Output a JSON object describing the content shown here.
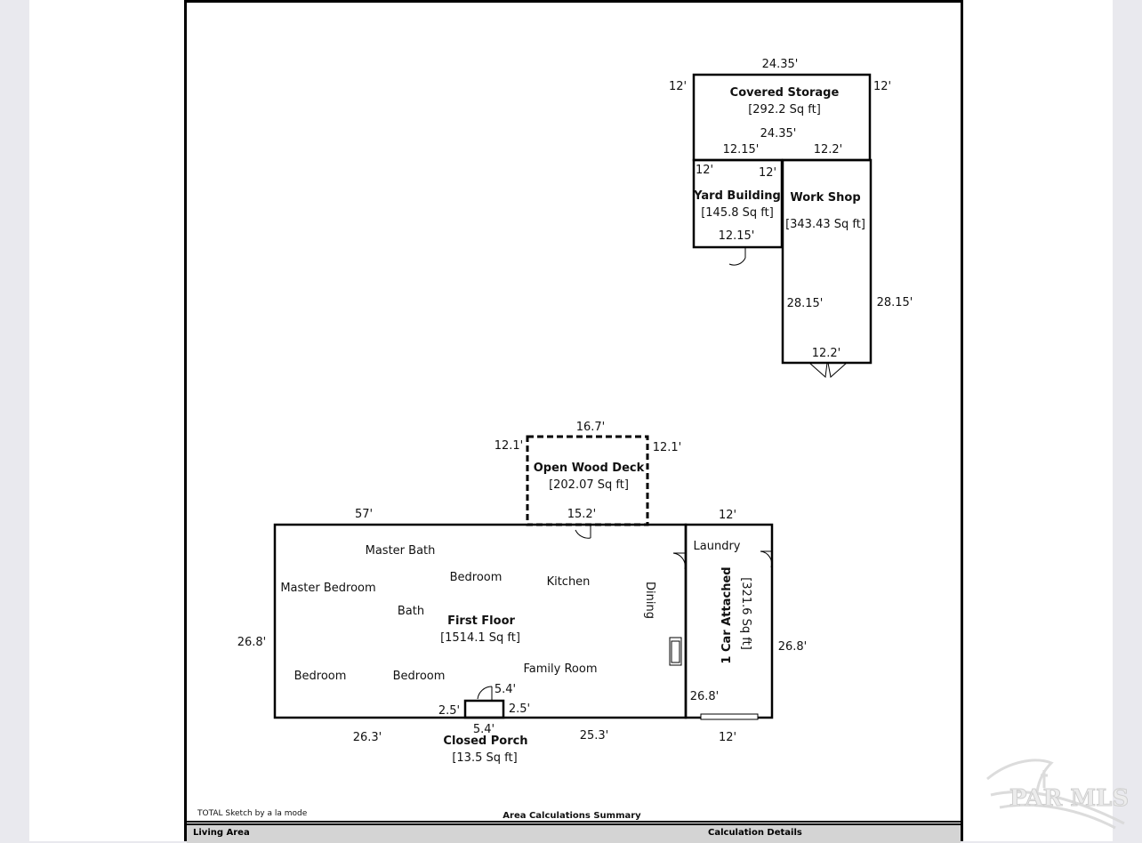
{
  "sketch": {
    "covered_storage": {
      "title": "Covered Storage",
      "area": "[292.2 Sq ft]",
      "dim_top": "24.35'",
      "dim_left": "12'",
      "dim_right": "12'",
      "dim_bottom": "24.35'"
    },
    "yard_building": {
      "title": "Yard Building",
      "area": "[145.8 Sq ft]",
      "dim_top": "12.15'",
      "dim_left": "12'",
      "dim_right": "12'",
      "dim_bottom": "12.15'"
    },
    "work_shop": {
      "title": "Work Shop",
      "area": "[343.43 Sq ft]",
      "dim_top": "12.2'",
      "dim_left": "28.15'",
      "dim_right": "28.15'",
      "dim_bottom": "12.2'"
    },
    "open_wood_deck": {
      "title": "Open Wood Deck",
      "area": "[202.07 Sq ft]",
      "dim_top": "16.7'",
      "dim_left": "12.1'",
      "dim_right": "12.1'",
      "dim_bottom": "15.2'"
    },
    "first_floor": {
      "title": "First Floor",
      "area": "[1514.1 Sq ft]",
      "dim_top": "57'",
      "dim_left": "26.8'",
      "dim_bottom_left": "26.3'",
      "dim_bottom_right": "25.3'",
      "rooms": {
        "master_bath": "Master Bath",
        "master_bedroom": "Master Bedroom",
        "bedroom_top": "Bedroom",
        "kitchen": "Kitchen",
        "dining": "Dining",
        "bath": "Bath",
        "bedroom_left": "Bedroom",
        "bedroom_mid": "Bedroom",
        "family_room": "Family Room"
      }
    },
    "garage": {
      "title": "1 Car Attached",
      "area": "[321.6 Sq ft]",
      "dim_top": "12'",
      "dim_right": "26.8'",
      "dim_left": "26.8'",
      "dim_bottom": "12'",
      "laundry": "Laundry"
    },
    "closed_porch": {
      "title": "Closed Porch",
      "area": "[13.5 Sq ft]",
      "dim_top": "5.4'",
      "dim_left": "2.5'",
      "dim_right": "2.5'",
      "dim_bottom": "5.4'"
    }
  },
  "footer": {
    "credit": "TOTAL Sketch by a la mode",
    "summary_title": "Area Calculations Summary",
    "living_area": "Living Area",
    "calc_details": "Calculation Details"
  },
  "watermark": {
    "text": "PAR MLS"
  }
}
